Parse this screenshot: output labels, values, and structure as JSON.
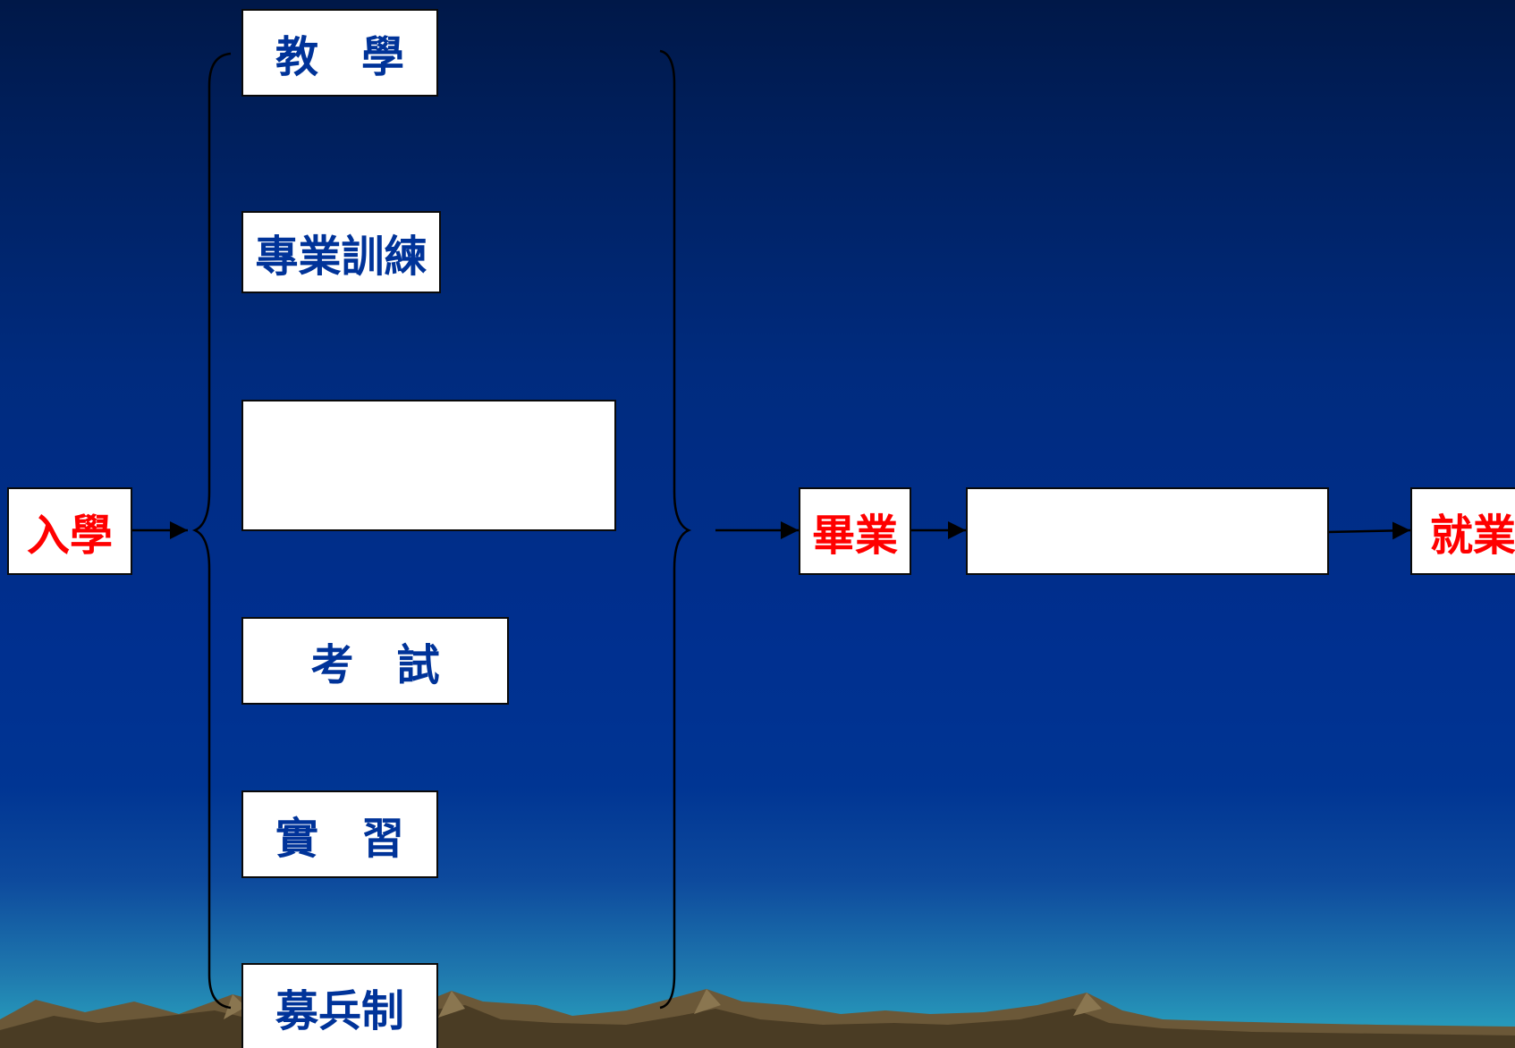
{
  "nodes": {
    "enroll": "入學",
    "teaching": "教　學",
    "training": "專業訓練",
    "blank_middle": "",
    "exam": "考　試",
    "internship": "實　習",
    "recruitment": "募兵制",
    "graduation": "畢業",
    "blank_after_graduation": "",
    "employment": "就業"
  },
  "colors": {
    "background_top": "#001848",
    "background_bottom": "#2aa7c0",
    "box_fill": "#ffffff",
    "inner_text": "#003399",
    "key_stage_text": "#ff0000",
    "lines": "#000000"
  }
}
